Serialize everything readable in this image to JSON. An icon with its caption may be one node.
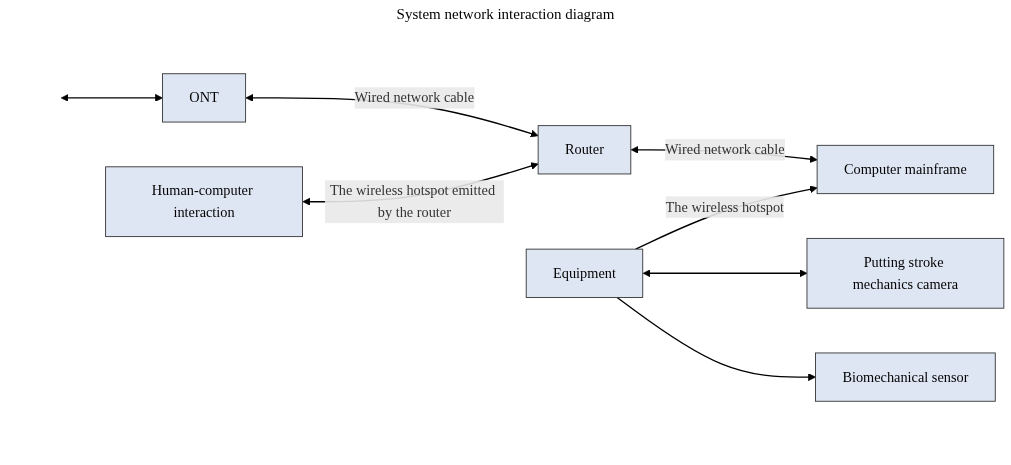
{
  "diagram": {
    "title": "System network interaction diagram",
    "nodes": [
      {
        "text": [
          "Human-computer interaction"
        ]
      },
      {
        "text": [
          "Equipment"
        ]
      },
      {
        "text": [
          "ONT"
        ]
      },
      {
        "text": [
          "Router"
        ]
      },
      {
        "text": [
          "Computer mainframe"
        ]
      },
      {
        "text": [
          "Putting stroke mechanics camera"
        ]
      },
      {
        "text": [
          "Biomechanical sensor"
        ]
      }
    ],
    "edges": [
      {
        "from": null,
        "to": 2,
        "arrow": "both"
      },
      {
        "from": 2,
        "to": 3,
        "arrow": "both",
        "label": "Wired network cable"
      },
      {
        "from": 0,
        "to": 3,
        "arrow": "both",
        "label": "The wireless hotspot emitted by the router"
      },
      {
        "from": 3,
        "to": 4,
        "arrow": "both",
        "label": "Wired network cable"
      },
      {
        "from": 1,
        "to": 5,
        "arrow": "both"
      },
      {
        "from": 1,
        "to": 4,
        "arrow": "to",
        "label": "The wireless hotspot"
      },
      {
        "from": 1,
        "to": 6,
        "arrow": "to"
      }
    ]
  }
}
